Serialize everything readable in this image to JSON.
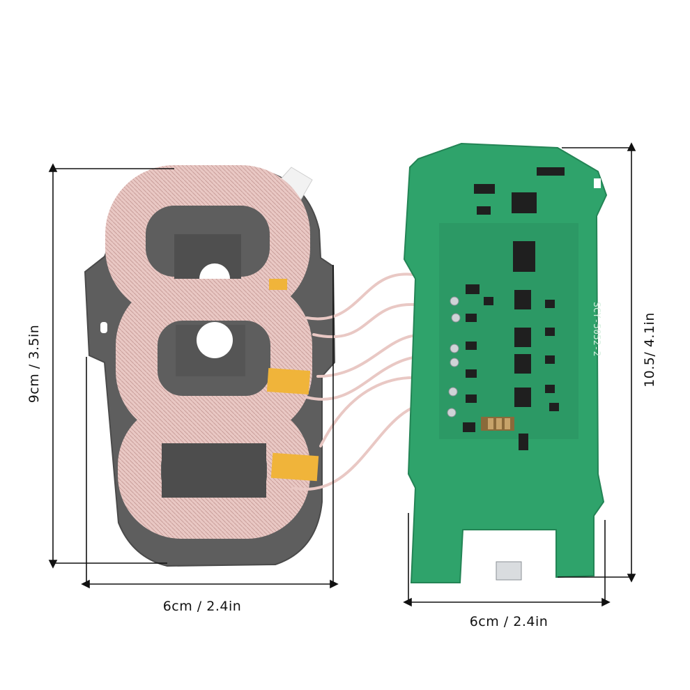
{
  "dimensions": {
    "coil_height": "9cm  /  3.5in",
    "coil_width": "6cm  /  2.4in",
    "board_height": "10.5/  4.1in",
    "board_width": "6cm  /  2.4in"
  },
  "board": {
    "silkscreen_label": "SCY-5052-2"
  },
  "colors": {
    "pcb_green": "#2fa36b",
    "copper_wire": "#e9c8c4",
    "ferrite_plate": "#5e5e5e",
    "kapton_tape": "#f0b43a"
  }
}
